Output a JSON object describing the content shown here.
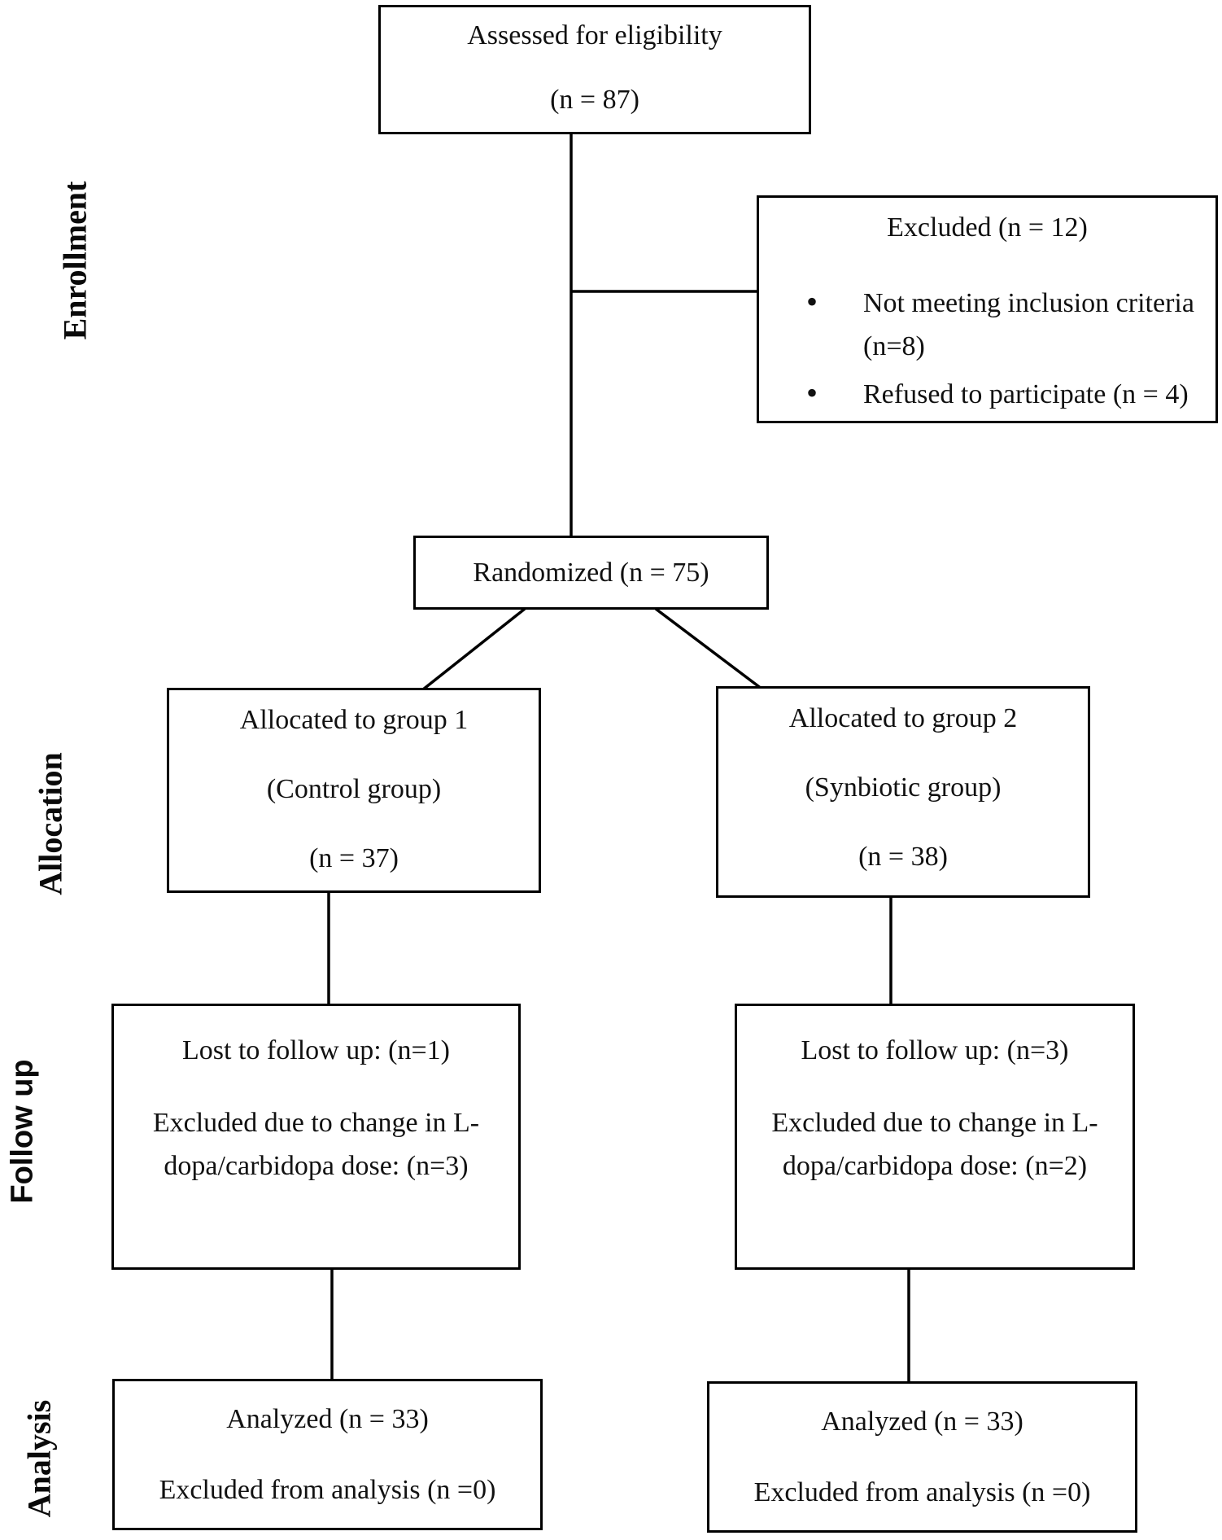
{
  "figure": {
    "background_color": "#ffffff",
    "line_color": "#000000",
    "text_color": "#111111"
  },
  "stages": {
    "enrollment": "Enrollment",
    "allocation": "Allocation",
    "followup": "Follow up",
    "analysis": "Analysis"
  },
  "boxes": {
    "assessed": {
      "line1": "Assessed for eligibility",
      "line2": "(n = 87)"
    },
    "excluded": {
      "title": "Excluded (n = 12)",
      "bullets": [
        "Not meeting inclusion criteria (n=8)",
        "Refused to participate (n = 4)"
      ]
    },
    "randomized": {
      "label": "Randomized (n = 75)"
    },
    "group1": {
      "line1": "Allocated to group 1",
      "line2": "(Control group)",
      "line3": "(n = 37)"
    },
    "group2": {
      "line1": "Allocated to group 2",
      "line2": "(Synbiotic group)",
      "line3": "(n = 38)"
    },
    "followup1": {
      "line1": "Lost to follow up: (n=1)",
      "line2": "Excluded due to change in L-dopa/carbidopa dose: (n=3)"
    },
    "followup2": {
      "line1": "Lost to follow up: (n=3)",
      "line2": "Excluded due to change in L-dopa/carbidopa dose: (n=2)"
    },
    "analysis1": {
      "line1": "Analyzed (n = 33)",
      "line2": "Excluded from analysis (n =0)"
    },
    "analysis2": {
      "line1": "Analyzed (n = 33)",
      "line2": "Excluded from analysis (n =0)"
    }
  }
}
